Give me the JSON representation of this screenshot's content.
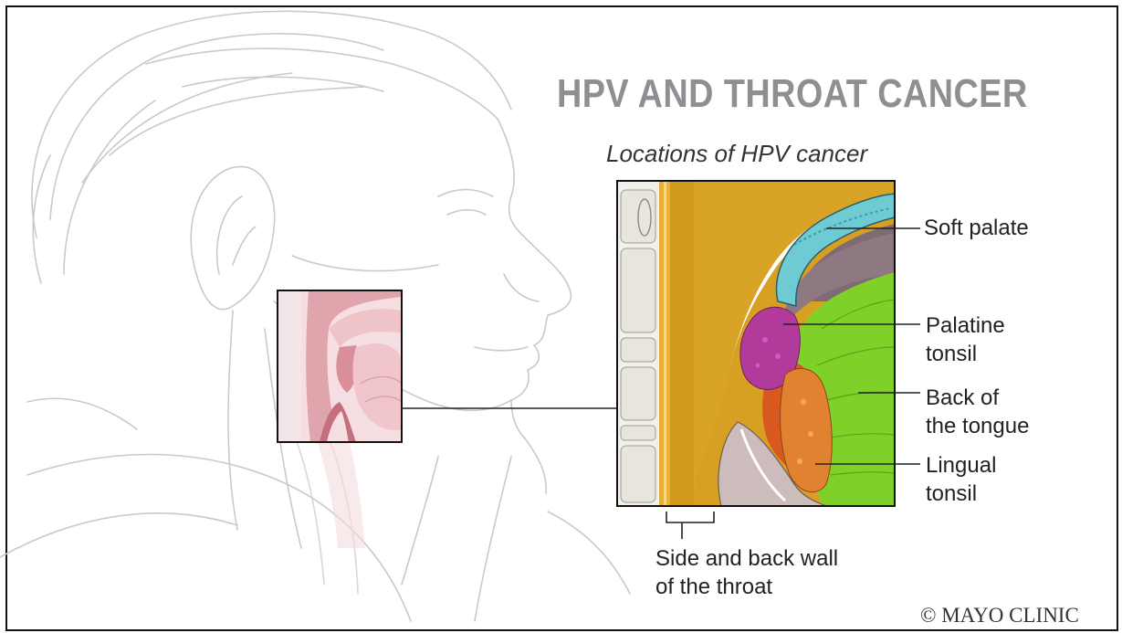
{
  "title": "HPV AND THROAT CANCER",
  "subtitle": "Locations of HPV cancer",
  "labels": {
    "soft_palate": "Soft palate",
    "palatine_tonsil": [
      "Palatine",
      "tonsil"
    ],
    "back_of_tongue": [
      "Back of",
      "the tongue"
    ],
    "lingual_tonsil": [
      "Lingual",
      "tonsil"
    ],
    "throat_wall": [
      "Side and back wall",
      "of the throat"
    ]
  },
  "copyright": "© MAYO CLINIC",
  "colors": {
    "title_gray": "#8d8f92",
    "throat_wall": "#d7a023",
    "soft_palate": "#7fd3d8",
    "palatine_tonsil": "#b23a9a",
    "back_of_tongue": "#7fd12a",
    "lingual_tonsil": "#e0822f",
    "inset_pink": "#e7b2b8"
  },
  "icons": [
    "head-profile-illustration",
    "throat-cross-section-illustration"
  ]
}
